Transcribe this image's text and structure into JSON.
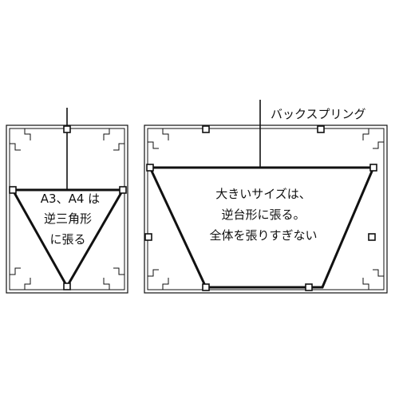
{
  "labels": {
    "back_spring": "バックスプリング",
    "small_line1": "A3、A4 は",
    "small_line2": "逆三角形",
    "small_line3": "に張る",
    "large_line1": "大きいサイズは、",
    "large_line2": "逆台形に張る。",
    "large_line3": "全体を張りすぎない"
  },
  "colors": {
    "line": "#111111",
    "background": "#ffffff"
  }
}
